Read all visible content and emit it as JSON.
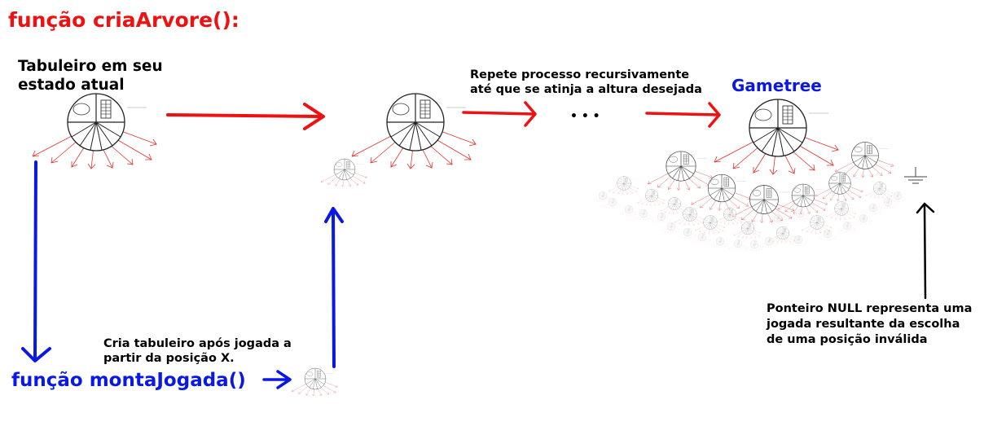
{
  "colors": {
    "red": "#ee1111",
    "blue": "#0a18e6",
    "black": "#000000"
  },
  "titles": {
    "cria_arvore": "função criaArvore():",
    "monta_jogada": "função montaJogada()",
    "gametree": "Gametree"
  },
  "labels": {
    "board_current_state": [
      "Tabuleiro em seu",
      "estado atual"
    ],
    "repeat_process": [
      "Repete processo recursivamente",
      "até que se atinja a altura desejada"
    ],
    "create_board": [
      "Cria tabuleiro após jogada a",
      "partir da posição X."
    ],
    "null_pointer": [
      "Ponteiro NULL representa uma",
      "jogada resultante da escolha",
      "de uma posição inválida"
    ],
    "ellipsis": "• • •"
  }
}
